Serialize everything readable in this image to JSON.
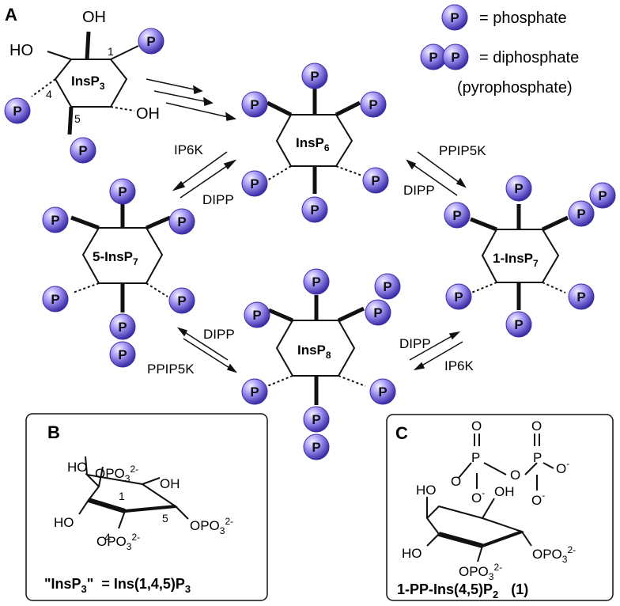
{
  "panels": {
    "a_label": "A",
    "b_label": "B",
    "c_label": "C"
  },
  "legend": {
    "p_glyph": "P",
    "phosphate": "= phosphate",
    "diphosphate": "= diphosphate",
    "pyrophosphate": "(pyrophosphate)"
  },
  "molecules": {
    "insp3": {
      "name": "InsP",
      "sub": "3",
      "oh1": "OH",
      "oh2": "HO",
      "oh3": "OH",
      "pos1": "1",
      "pos4": "4",
      "pos5": "5"
    },
    "insp6": {
      "name": "InsP",
      "sub": "6"
    },
    "insp7_5": {
      "name": "5-InsP",
      "sub": "7"
    },
    "insp7_1": {
      "name": "1-InsP",
      "sub": "7"
    },
    "insp8": {
      "name": "InsP",
      "sub": "8"
    }
  },
  "enzymes": {
    "ip6k_a": "IP6K",
    "dipp_a": "DIPP",
    "ppip5k_b": "PPIP5K",
    "dipp_b": "DIPP",
    "dipp_c": "DIPP",
    "ppip5k_c": "PPIP5K",
    "dipp_d": "DIPP",
    "ip6k_d": "IP6K"
  },
  "panel_b": {
    "ho_top": "HO",
    "opo_top": "OPO",
    "opo_top_sub": "3",
    "opo_top_sup": "2-",
    "pos1": "1",
    "oh_right": "OH",
    "ho_left": "HO",
    "pos5": "5",
    "opo_right": "OPO",
    "opo_right_sub": "3",
    "opo_right_sup": "2-",
    "pos4": "4",
    "opo_bottom": "OPO",
    "opo_bottom_sub": "3",
    "opo_bottom_sup": "2-",
    "caption_a": "\"InsP",
    "caption_a_sub": "3",
    "caption_b": "\"  = Ins(1,4,5)P",
    "caption_b_sub": "3"
  },
  "panel_c": {
    "o1": "O",
    "o2": "O",
    "p1": "P",
    "p2": "P",
    "o_bridge": "O",
    "o_minus1": "O",
    "o_minus2": "O",
    "o_minus3": "O",
    "minus": "-",
    "ho_top": "HO",
    "o_ring": "O",
    "oh_right": "OH",
    "ho_left": "HO",
    "opo_right": "OPO",
    "opo_right_sub": "3",
    "opo_right_sup": "2-",
    "opo_bottom": "OPO",
    "opo_bottom_sub": "3",
    "opo_bottom_sup": "2-",
    "caption": "1-PP-Ins(4,5)P",
    "caption_sub": "2",
    "caption_num": "(1)"
  },
  "colors": {
    "sphere_light": "#e6e4ff",
    "sphere_mid": "#8c7cf2",
    "sphere_dark": "#3a2ca3",
    "ink": "#111111"
  }
}
